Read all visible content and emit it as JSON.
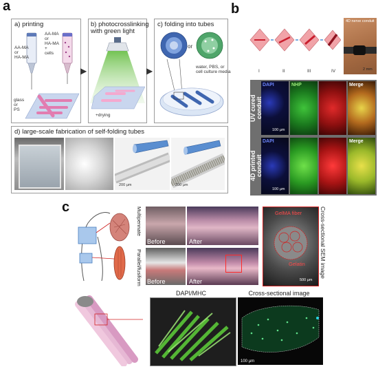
{
  "panel_a": {
    "letter": "a",
    "printing": {
      "title": "a) printing",
      "ink_left": "AA-MA\nor\nHA-MA",
      "ink_right": "AA-MA\nor\nHA-MA\n+\ncells",
      "substrate": "glass\nor\nPS"
    },
    "crosslinking": {
      "title": "b) photocrosslinking\nwith green light",
      "drying": "+drying"
    },
    "folding": {
      "title": "c) folding into tubes",
      "or": "or",
      "media": "water, PBS, or\ncell culture media"
    },
    "large_scale": {
      "title": "d) large-scale fabrication of self-folding tubes",
      "scale_1": "200 µm",
      "scale_2": "200 µm"
    }
  },
  "panel_b": {
    "letter": "b",
    "steps": [
      "I",
      "II",
      "III",
      "IV"
    ],
    "conduit_label": "4D nerve conduit",
    "conduit_scale": "2 mm",
    "rows": [
      {
        "label": "UV cured\nconduit",
        "stains": [
          "DAPI",
          "NHP",
          "",
          "Merge"
        ],
        "scale": "100 µm"
      },
      {
        "label": "4D printed\nconduit",
        "stains": [
          "DAPI",
          "",
          "",
          "Merge"
        ],
        "scale": "100 µm"
      }
    ]
  },
  "panel_c": {
    "letter": "c",
    "muscle_types": [
      "Multipennate",
      "Parallel/fusiform"
    ],
    "before": "Before",
    "after": "After",
    "sem_title": "Cross-sectional SEM image",
    "gelma": "GelMA fiber",
    "gelatin": "Gelatin",
    "sem_scale": "500 µm",
    "dapi_header": "DAPI/MHC",
    "cross_header": "Cross-sectional image",
    "bottom_scale": "100 µm"
  }
}
